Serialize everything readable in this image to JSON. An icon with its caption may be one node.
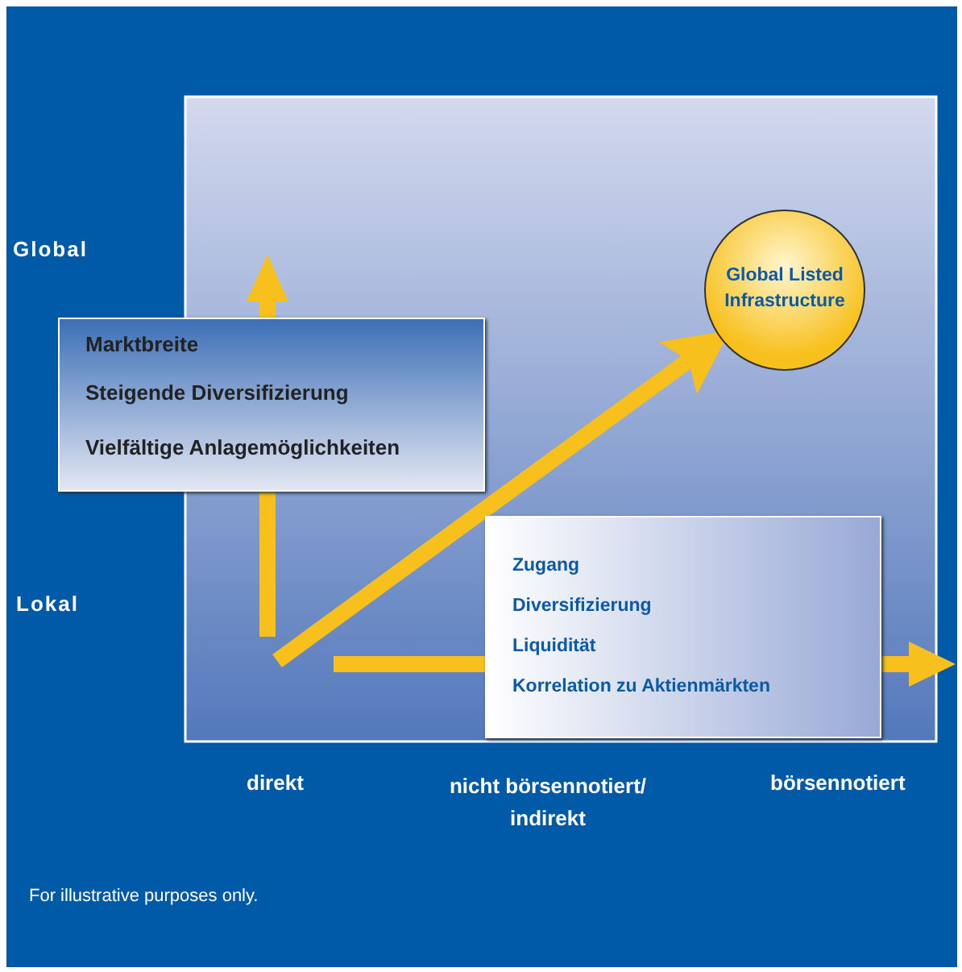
{
  "diagram": {
    "nodes": [
      {
        "text": [
          "Marktbreite",
          "Steigende Diversifizierung",
          "Vielfältige Anlagemöglichkeiten"
        ]
      },
      {
        "text": [
          "Zugang",
          "Diversifizierung",
          "Liquidität",
          "Korrelation zu Aktienmärkten"
        ]
      },
      {
        "text": [
          "Global Listed Infrastructure"
        ]
      }
    ],
    "edges": [
      {
        "from": null,
        "to": 2,
        "arrow": "to"
      }
    ],
    "labels": [
      "Global",
      "Lokal",
      "direkt",
      "nicht börsennotiert/ indirekt",
      "börsennotiert",
      "For illustrative purposes only."
    ]
  }
}
